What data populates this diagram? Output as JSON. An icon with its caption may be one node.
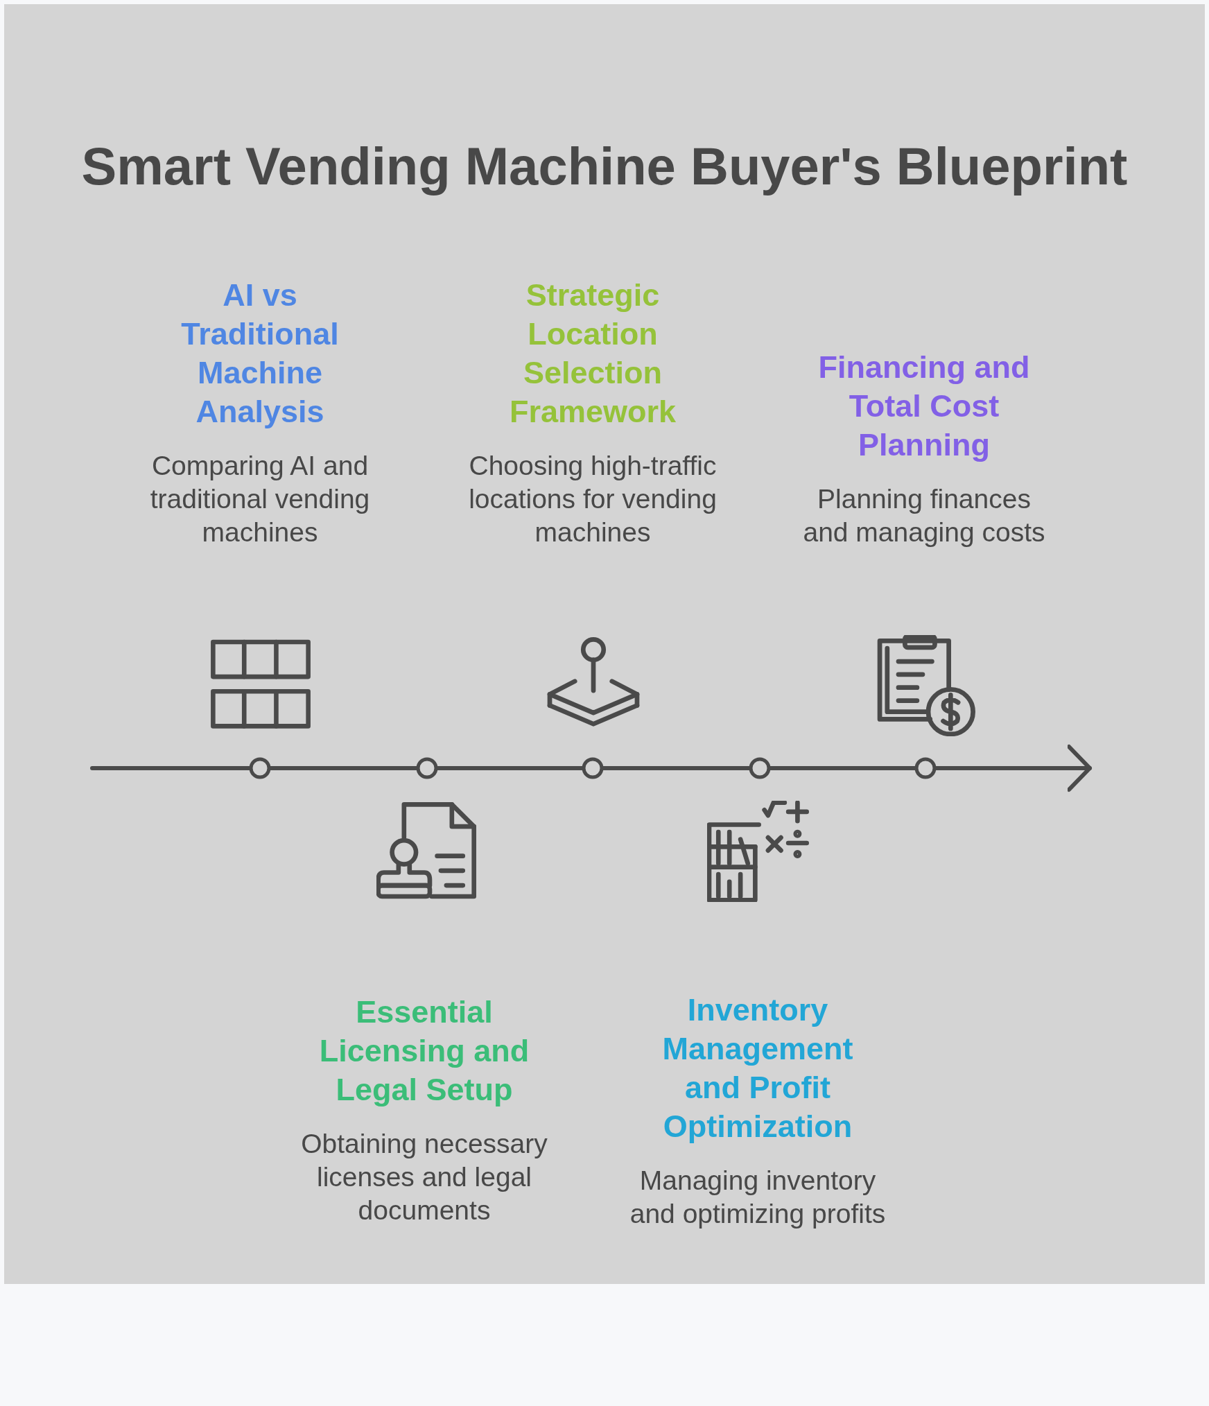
{
  "diagram": {
    "title": "Smart Vending Machine Buyer's Blueprint",
    "nodes": [
      {
        "text": [],
        "shape": "circle"
      },
      {
        "text": [],
        "shape": "circle"
      },
      {
        "text": [],
        "shape": "circle"
      },
      {
        "text": [],
        "shape": "circle"
      },
      {
        "text": [],
        "shape": "circle"
      }
    ],
    "edges": [
      {
        "from": null,
        "to": 0,
        "arrow": "none"
      },
      {
        "from": 0,
        "to": 1,
        "arrow": "none"
      },
      {
        "from": 1,
        "to": 2,
        "arrow": "none"
      },
      {
        "from": 2,
        "to": 3,
        "arrow": "none"
      },
      {
        "from": 3,
        "to": 4,
        "arrow": "none"
      },
      {
        "from": 4,
        "to": null,
        "arrow": "to"
      }
    ],
    "labels": [
      "AI vs Traditional Machine Analysis",
      "Comparing AI and traditional vending machines",
      "Strategic Location Selection Framework",
      "Choosing high-traffic locations for vending machines",
      "Financing and Total Cost Planning",
      "Planning finances and managing costs",
      "Essential Licensing and Legal Setup",
      "Obtaining necessary licenses and legal documents",
      "Inventory Management and Profit Optimization",
      "Managing inventory and optimizing profits"
    ]
  }
}
